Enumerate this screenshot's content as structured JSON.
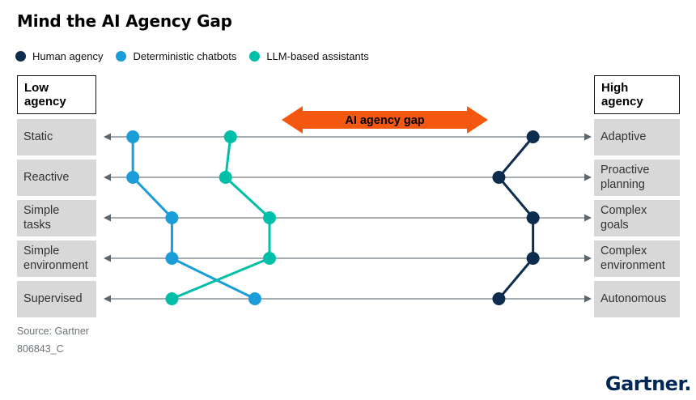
{
  "title": "Mind the AI Agency Gap",
  "legend": [
    {
      "label": "Human agency",
      "color": "#0e2d4e"
    },
    {
      "label": "Deterministic chatbots",
      "color": "#1a9dd9"
    },
    {
      "label": "LLM-based assistants",
      "color": "#00bfa9"
    }
  ],
  "axis": {
    "low_header": "Low agency",
    "high_header": "High agency",
    "rows": [
      {
        "low": "Static",
        "high": "Adaptive"
      },
      {
        "low": "Reactive",
        "high": "Proactive planning"
      },
      {
        "low": "Simple tasks",
        "high": "Complex goals"
      },
      {
        "low": "Simple environment",
        "high": "Complex environment"
      },
      {
        "low": "Supervised",
        "high": "Autonomous"
      }
    ]
  },
  "gap_arrow": {
    "label": "AI agency gap",
    "color": "#f4570f"
  },
  "footer": {
    "source_line": "Source: Gartner",
    "doc_id": "806843_C"
  },
  "logo_text": "Gartner.",
  "chart_data": {
    "type": "line",
    "title": "Mind the AI Agency Gap",
    "description": "Parallel-axis spectrum chart: each of 5 horizontal axes runs from a low-agency trait (left, 0) to a high-agency trait (right, 1). Three series are plotted as connected dots showing their position on each axis; the orange double arrow marks the AI agency gap between chatbot/LLM systems and human agency.",
    "axis_range": [
      0,
      1
    ],
    "categories": [
      "Static - Adaptive",
      "Reactive - Proactive planning",
      "Simple tasks - Complex goals",
      "Simple environment - Complex environment",
      "Supervised - Autonomous"
    ],
    "series": [
      {
        "name": "Human agency",
        "color": "#0e2d4e",
        "positions": [
          0.88,
          0.81,
          0.88,
          0.88,
          0.81
        ]
      },
      {
        "name": "Deterministic chatbots",
        "color": "#1a9dd9",
        "positions": [
          0.06,
          0.06,
          0.14,
          0.14,
          0.31
        ]
      },
      {
        "name": "LLM-based assistants",
        "color": "#00bfa9",
        "positions": [
          0.26,
          0.25,
          0.34,
          0.34,
          0.14
        ]
      }
    ],
    "annotation": {
      "label": "AI agency gap",
      "type": "double-arrow",
      "color": "#f4570f"
    },
    "legend_position": "top",
    "grid": false
  }
}
